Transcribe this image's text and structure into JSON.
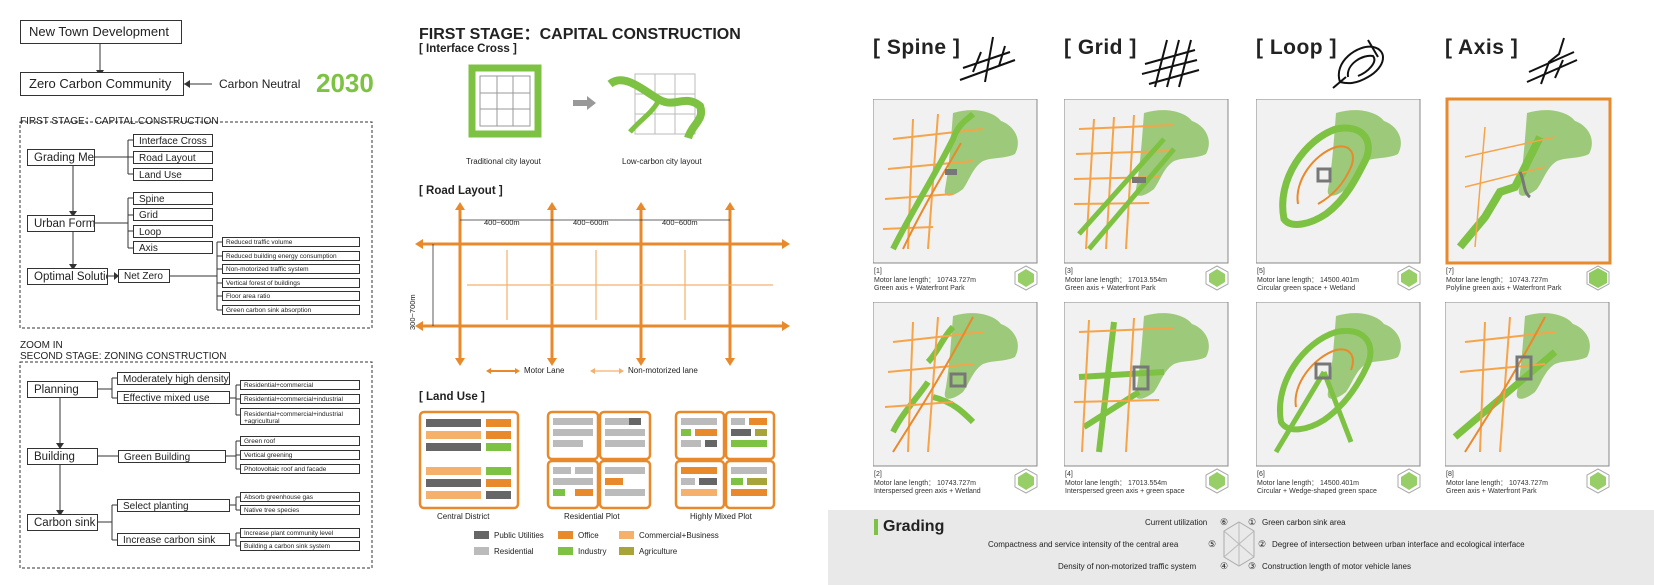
{
  "colors": {
    "orange": "#e8892c",
    "green": "#7dc242",
    "lightorange": "#f5b06b",
    "gray": "#8a8a8a",
    "darkgray": "#555555"
  },
  "left": {
    "top_box": "New Town Development",
    "zcc_box": "Zero Carbon Community",
    "carbon_neutral": "Carbon Neutral",
    "year": "2030",
    "stage1_title": "FIRST STAGE：CAPITAL CONSTRUCTION",
    "stage1": {
      "grading": "Grading Method",
      "interface": "Interface Cross",
      "road": "Road Layout",
      "landuse": "Land Use",
      "urban": "Urban Forms",
      "spine": "Spine",
      "grid": "Grid",
      "loop": "Loop",
      "axis": "Axis",
      "optimal": "Optimal Solution",
      "netzero": "Net Zero",
      "solutions": [
        "Reduced traffic volume",
        "Reduced building energy consumption",
        "Non-motorized traffic system",
        "Vertical forest of buildings",
        "Floor area ratio",
        "Green carbon sink absorption"
      ]
    },
    "zoom": "ZOOM IN",
    "stage2_title": "SECOND STAGE: ZONING CONSTRUCTION",
    "stage2": {
      "planning": "Planning",
      "density": "Moderately high density",
      "mixed": "Effective mixed use",
      "mixes": [
        "Residential+commercial",
        "Residential+commercial+industrial",
        "Residential+commercial+industrial\n+agricultural"
      ],
      "building": "Building",
      "green_building": "Green Building",
      "gb_items": [
        "Green roof",
        "Vertical greening",
        "Photovoltaic roof and facade"
      ],
      "sink": "Carbon sink",
      "select": "Select planting",
      "select_items": [
        "Absorb greenhouse gas",
        "Native tree species"
      ],
      "increase": "Increase carbon sink",
      "increase_items": [
        "Increase plant community level",
        "Building a carbon sink system"
      ]
    }
  },
  "middle": {
    "title": "FIRST STAGE：CAPITAL CONSTRUCTION",
    "interface_title": "[ Interface Cross ]",
    "traditional": "Traditional city layout",
    "lowcarbon": "Low-carbon city layout",
    "road_title": "[ Road Layout ]",
    "dim1": "400~600m",
    "dim2": "400~600m",
    "dim3": "400~600m",
    "dimv": "300~700m",
    "motor": "Motor Lane",
    "nonmotor": "Non-motorized lane",
    "landuse_title": "[ Land Use ]",
    "plots": [
      "Central District",
      "Residential Plot",
      "Highly Mixed Plot"
    ],
    "legend": [
      "Public Utilities",
      "Office",
      "Commercial+Business",
      "Residential",
      "Industry",
      "Agriculture"
    ]
  },
  "right": {
    "forms": [
      "[ Spine ]",
      "[ Grid ]",
      "[ Loop ]",
      "[ Axis ]"
    ],
    "captions": [
      [
        "[1]",
        "Motor lane length：  10743.727m",
        "Green axis + Waterfront Park"
      ],
      [
        "[3]",
        "Motor lane length：  17013.554m",
        "Green axis + Waterfront Park"
      ],
      [
        "[5]",
        "Motor lane length：  14500.401m",
        "Circular green space + Wetland"
      ],
      [
        "[7]",
        "Motor lane length：  10743.727m",
        "Polyline green axis + Waterfront Park"
      ],
      [
        "[2]",
        "Motor lane length：  10743.727m",
        "Interspersed green axis + Wetland"
      ],
      [
        "[4]",
        "Motor lane length：  17013.554m",
        "Interspersed green axis + green space"
      ],
      [
        "[6]",
        "Motor lane length：  14500.401m",
        "Circular + Wedge-shaped green space"
      ],
      [
        "[8]",
        "Motor lane length：  10743.727m",
        "Green axis + Waterfront Park"
      ]
    ],
    "grading_title": "Grading",
    "criteria": [
      "Current utilization",
      "Green carbon sink area",
      "Compactness and service intensity of the central area",
      "Degree of intersection between urban interface and ecological interface",
      "Density of non-motorized traffic system",
      "Construction length of motor vehicle lanes"
    ],
    "nums": [
      "⑥",
      "①",
      "⑤",
      "②",
      "④",
      "③"
    ]
  }
}
